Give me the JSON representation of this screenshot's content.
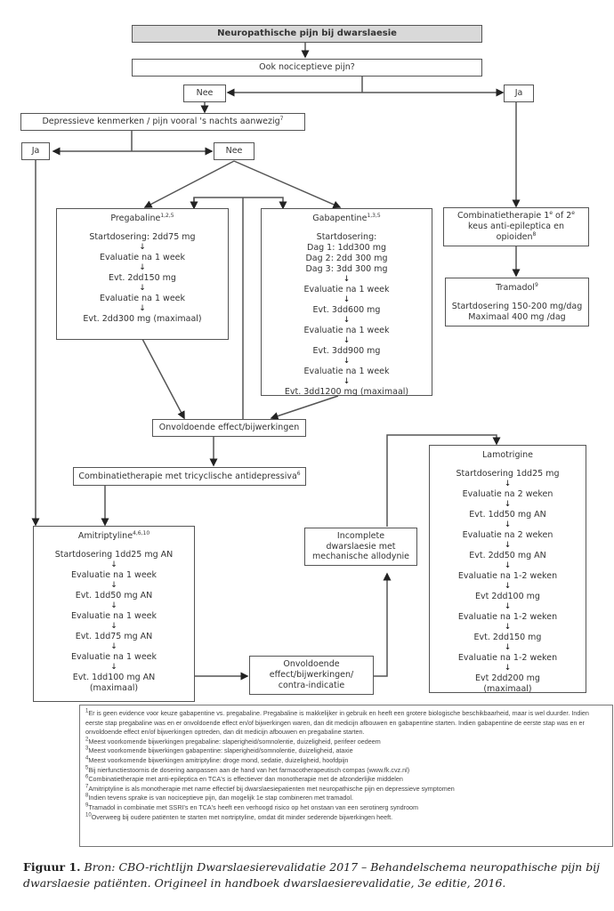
{
  "diagram": {
    "title": "Neuropathische pijn bij dwarslaesie",
    "q1": "Ook nociceptieve pijn?",
    "q1_no": "Nee",
    "q1_yes": "Ja",
    "q2": "Depressieve kenmerken / pijn vooral 's nachts aanwezig",
    "q2_sup": "7",
    "q2_yes": "Ja",
    "q2_no": "Nee",
    "pregabaline": {
      "name": "Pregabaline",
      "sup": "1,2,5",
      "steps": [
        "Startdosering: 2dd75 mg",
        "Evaluatie na 1 week",
        "Evt. 2dd150 mg",
        "Evaluatie na 1 week",
        "Evt. 2dd300 mg (maximaal)"
      ]
    },
    "gabapentine": {
      "name": "Gabapentine",
      "sup": "1,3,5",
      "start_lines": [
        "Startdosering:",
        "Dag 1: 1dd300 mg",
        "Dag 2: 2dd 300 mg",
        "Dag 3: 3dd 300 mg"
      ],
      "steps": [
        "Evaluatie na 1 week",
        "Evt. 3dd600 mg",
        "Evaluatie na 1 week",
        "Evt. 3dd900 mg",
        "Evaluatie na 1 week",
        "Evt. 3dd1200 mg (maximaal)"
      ]
    },
    "combi_opioid": {
      "line1": "Combinatietherapie 1",
      "sup1": "e",
      "mid": " of 2",
      "sup2": "e",
      "line2": "keus anti-epileptica en",
      "line3": "opioiden",
      "sup3": "8"
    },
    "tramadol": {
      "name": "Tramadol",
      "sup": "9",
      "lines": [
        "Startdosering 150-200 mg/dag",
        "Maximaal 400 mg /dag"
      ]
    },
    "insufficient1": "Onvoldoende effect/bijwerkingen",
    "combi_tca": "Combinatietherapie met tricyclische antidepressiva",
    "combi_tca_sup": "6",
    "amitriptyline": {
      "name": "Amitriptyline",
      "sup": "4,6,10",
      "steps": [
        "Startdosering 1dd25 mg AN",
        "Evaluatie na 1 week",
        "Evt. 1dd50 mg AN",
        "Evaluatie na 1 week",
        "Evt. 1dd75 mg AN",
        "Evaluatie na 1 week",
        "Evt. 1dd100 mg AN"
      ],
      "last_extra": "(maximaal)"
    },
    "insufficient2": [
      "Onvoldoende",
      "effect/bijwerkingen/",
      "contra-indicatie"
    ],
    "incomplete": [
      "Incomplete",
      "dwarslaesie met",
      "mechanische allodynie"
    ],
    "lamotrigine": {
      "name": "Lamotrigine",
      "steps": [
        "Startdosering 1dd25 mg",
        "Evaluatie na 2 weken",
        "Evt. 1dd50 mg AN",
        "Evaluatie na 2 weken",
        "Evt. 2dd50 mg AN",
        "Evaluatie na 1-2 weken",
        "Evt 2dd100 mg",
        "Evaluatie na 1-2 weken",
        "Evt. 2dd150 mg",
        "Evaluatie na 1-2 weken",
        "Evt 2dd200 mg"
      ],
      "last_extra": "(maximaal)"
    },
    "arrow_glyph": "↓"
  },
  "footnotes": [
    {
      "num": "1",
      "text": "Er is geen evidence voor keuze gabapentine vs. pregabaline. Pregabaline is makkelijker in gebruik en heeft een grotere biologische beschikbaarheid, maar is wel duurder. Indien eerste stap pregabaline was en er onvoldoende effect en/of bijwerkingen waren, dan dit medicijn afbouwen en gabapentine starten. Indien gabapentine de eerste stap was en er onvoldoende effect en/of bijwerkingen optreden, dan dit medicijn afbouwen en pregabaline starten."
    },
    {
      "num": "2",
      "text": "Meest voorkomende bijwerkingen pregabaline: slaperigheid/somnolentie, duizeligheid, perifeer oedeem"
    },
    {
      "num": "3",
      "text": "Meest voorkomende bijwerkingen gabapentine: slaperigheid/somnolentie, duizeligheid, ataxie"
    },
    {
      "num": "4",
      "text": "Meest voorkomende bijwerkingen amitriptyline: droge mond, sedatie, duizeligheid, hoofdpijn"
    },
    {
      "num": "5",
      "text": "Bij nierfunctiestoornis de dosering aanpassen aan de hand van het farmacotherapeutisch compas (www.fk.cvz.nl)"
    },
    {
      "num": "6",
      "text": "Combinatietherapie met anti-epileptica en TCA's is effectiever dan monotherapie met de afzonderlijke middelen"
    },
    {
      "num": "7",
      "text": "Amitriptyline is als monotherapie met name effectief bij dwarslaesiepatienten met neuropathische pijn en depressieve symptomen"
    },
    {
      "num": "8",
      "text": "Indien tevens sprake is van nociceptieve pijn, dan mogelijk 1e stap combineren met tramadol."
    },
    {
      "num": "9",
      "text": "Tramadol in combinatie met SSRI's en TCA's heeft een verhoogd risico op het onstaan van een serotinerg syndroom"
    },
    {
      "num": "10",
      "text": "Overweeg bij oudere patiënten te starten met nortriptyline, omdat dit minder sederende bijwerkingen heeft."
    }
  ],
  "caption": {
    "label": "Figuur 1.",
    "text": "Bron: CBO-richtlijn Dwarslaesierevalidatie 2017 – Behandelschema neuropathische pijn bij dwarslaesie patiënten. Origineel in handboek dwarslaesierevalidatie, 3e editie, 2016."
  }
}
